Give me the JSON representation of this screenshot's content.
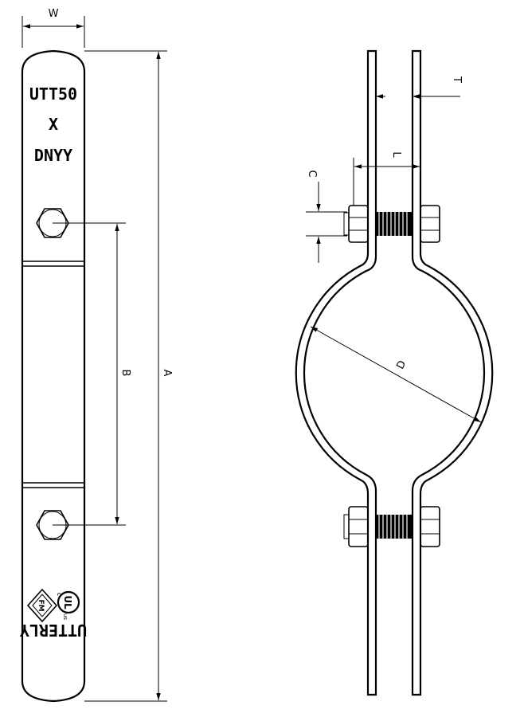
{
  "dimensions": {
    "w": "W",
    "a": "A",
    "b": "B",
    "t": "T",
    "l": "L",
    "c": "C",
    "d": "D"
  },
  "strap": {
    "line1": "UTT50",
    "line2": "X",
    "line3": "DNYY",
    "brand": "UTTERLY"
  },
  "marks": {
    "fm_text": "FM",
    "ul_text": "UL",
    "ul_c": "c",
    "ul_us": "us",
    "fm_icon": "fm-approval-diamond",
    "ul_icon": "ul-listing-circle"
  },
  "colors": {
    "line": "#000000",
    "background": "#ffffff"
  }
}
